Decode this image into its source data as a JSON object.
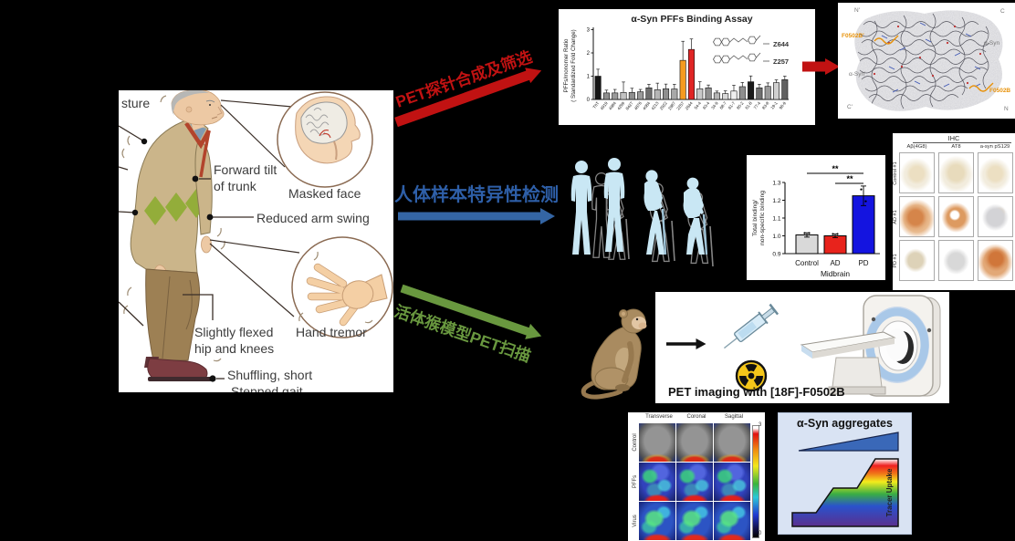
{
  "background": "#000000",
  "patient": {
    "labels": {
      "posture_partial": "sture",
      "forward_tilt_1": "Forward tilt",
      "forward_tilt_2": "of trunk",
      "masked_face": "Masked face",
      "reduced_arm": "Reduced arm swing",
      "flexed_1": "Slightly flexed",
      "flexed_2": "hip and knees",
      "hand_tremor": "Hand tremor",
      "shuffling_1": "Shuffling, short",
      "shuffling_2": "Stepped gait"
    }
  },
  "flows": {
    "red": {
      "label": "PET探针合成及筛选",
      "color": "#c11212"
    },
    "blue": {
      "label": "人体样本特异性检测",
      "color": "#2e5fa8"
    },
    "green": {
      "label": "活体猴模型PET扫描",
      "color": "#69983f"
    }
  },
  "binding_assay": {
    "chart_data": {
      "type": "bar",
      "title": "α-Syn PFFs Binding Assay",
      "ylabel_1": "PFFs/monomer Ratio",
      "ylabel_2": "( Standardized Fold Change)",
      "ylim": [
        0,
        3
      ],
      "yticks": [
        0,
        1,
        2,
        3
      ],
      "categories": [
        "ThT",
        "4919",
        "4984",
        "4299",
        "8427",
        "4876",
        "4084",
        "4213",
        "2922",
        "2987",
        "2257",
        "2644",
        "54-4",
        "63-4",
        "34-9",
        "68-7",
        "61-7",
        "80-2",
        "61-8",
        "77-4",
        "83-8",
        "19-1",
        "96-9"
      ],
      "values": [
        1.0,
        0.28,
        0.28,
        0.3,
        0.3,
        0.33,
        0.5,
        0.42,
        0.46,
        0.45,
        1.68,
        2.15,
        0.46,
        0.5,
        0.28,
        0.25,
        0.36,
        0.55,
        0.76,
        0.5,
        0.56,
        0.72,
        0.85
      ],
      "errors": [
        0.3,
        0.12,
        0.15,
        0.45,
        0.18,
        0.1,
        0.15,
        0.28,
        0.2,
        0.2,
        0.82,
        0.45,
        0.3,
        0.12,
        0.08,
        0.12,
        0.25,
        0.18,
        0.25,
        0.15,
        0.15,
        0.12,
        0.15
      ],
      "colors": [
        "#151515",
        "#8f8f8f",
        "#9a9a9a",
        "#c2c2c2",
        "#8f8f8f",
        "#9a9a9a",
        "#6f6f6f",
        "#b5b5b5",
        "#8f8f8f",
        "#a8a8a8",
        "#f59b20",
        "#e02525",
        "#c8c8c8",
        "#8f8f8f",
        "#b5b5b5",
        "#d8d8d8",
        "#efefef",
        "#8f8f8f",
        "#1a1a1a",
        "#6f6f6f",
        "#9a9a9a",
        "#d0d0d0",
        "#606060"
      ],
      "compounds": [
        "Z644",
        "Z257"
      ]
    }
  },
  "protein": {
    "labels": {
      "n_prime": "N'",
      "c": "C",
      "f0502b_prime": "F0502B'",
      "a_syn": "α-Syn",
      "a_syn_prime": "α-Syn'",
      "f0502b": "F0502B",
      "c_prime": "C'",
      "n": "N"
    },
    "accent_color": "#e8920a"
  },
  "midbrain": {
    "chart_data": {
      "type": "bar",
      "categories": [
        "Control",
        "AD",
        "PD"
      ],
      "values": [
        1.005,
        1.0,
        1.225
      ],
      "errors": [
        0.012,
        0.01,
        0.055
      ],
      "colors": [
        "#d9d9d9",
        "#e8231c",
        "#1414e0"
      ],
      "ylabel_1": "Total binding/",
      "ylabel_2": "non-specific binding",
      "xlabel": "Midbrain",
      "ylim": [
        0.9,
        1.3
      ],
      "yticks": [
        0.9,
        1.0,
        1.1,
        1.2,
        1.3
      ],
      "sig1": "**",
      "sig2": "**"
    }
  },
  "ihc": {
    "title": "IHC",
    "columns": [
      "Aβ(4G8)",
      "AT8",
      "a-syn pS129"
    ],
    "rows": [
      "Control #1",
      "AD #1",
      "PD #1"
    ],
    "cells": [
      [
        "pale",
        "pale2",
        "pale"
      ],
      [
        "or1",
        "or2",
        "grayblue"
      ],
      [
        "tan",
        "gray",
        "or3"
      ]
    ]
  },
  "pet_imaging": {
    "caption": "PET imaging with [18F]-F0502B"
  },
  "pet_scans": {
    "columns": [
      "Transverse",
      "Coronal",
      "Sagittal"
    ],
    "rows": [
      "Control",
      "PFFs",
      "Virus"
    ],
    "row_styles": [
      "ctl",
      "pff",
      "vir"
    ],
    "colorbar_max": "3",
    "colorbar_min": "0"
  },
  "aggregates": {
    "title": "α-Syn aggregates",
    "tracer_label": "Tracer Uptake"
  }
}
